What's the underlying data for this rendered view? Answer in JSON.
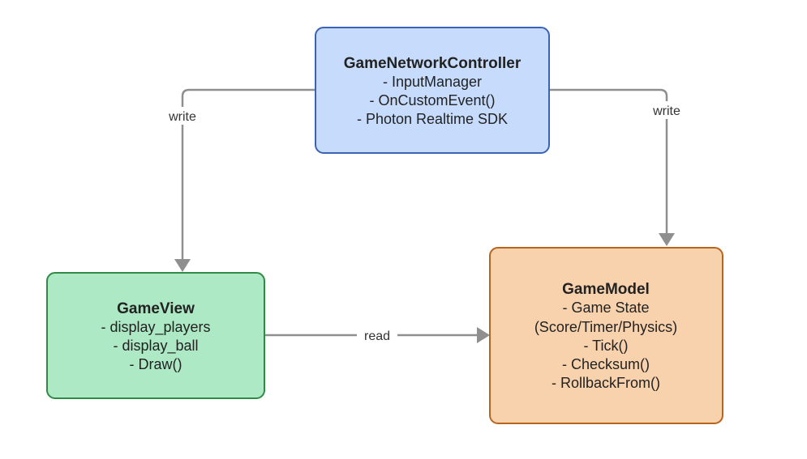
{
  "nodes": {
    "controller": {
      "title": "GameNetworkController",
      "lines": [
        "- InputManager",
        "- OnCustomEvent()",
        "- Photon Realtime SDK"
      ],
      "fill": "#c7dcfc",
      "stroke": "#3b62b5"
    },
    "view": {
      "title": "GameView",
      "lines": [
        "- display_players",
        "- display_ball",
        "- Draw()"
      ],
      "fill": "#ade9c5",
      "stroke": "#2e8a45"
    },
    "model": {
      "title": "GameModel",
      "lines": [
        "- Game State",
        "(Score/Timer/Physics)",
        "- Tick()",
        "- Checksum()",
        "- RollbackFrom()"
      ],
      "fill": "#f8d2ad",
      "stroke": "#b8641d"
    }
  },
  "edges": {
    "controller_to_view": {
      "label": "write"
    },
    "controller_to_model": {
      "label": "write"
    },
    "view_to_model": {
      "label": "read"
    }
  },
  "colors": {
    "edge": "#8f8f8f"
  }
}
